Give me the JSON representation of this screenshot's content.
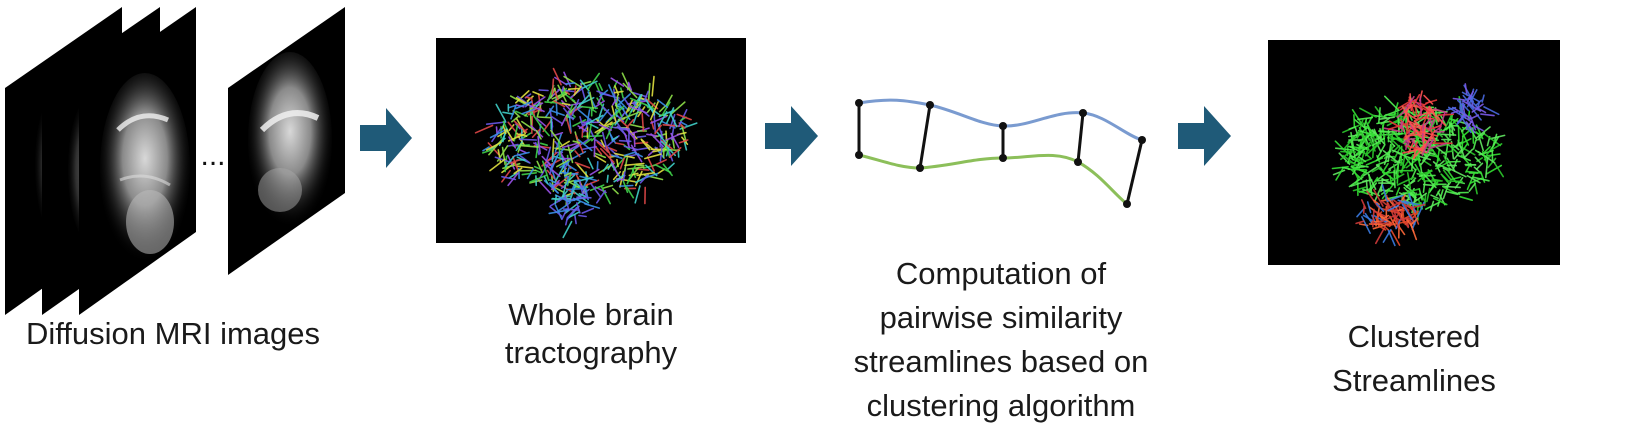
{
  "stages": [
    {
      "id": "mri",
      "caption_lines": [
        "Diffusion MRI images"
      ],
      "ellipsis": "..."
    },
    {
      "id": "tractography",
      "caption_lines": [
        "Whole brain",
        "tractography"
      ]
    },
    {
      "id": "similarity",
      "caption_lines": [
        "Computation of",
        "pairwise similarity",
        "streamlines based on",
        "clustering algorithm"
      ]
    },
    {
      "id": "clustered",
      "caption_lines": [
        "Clustered",
        "Streamlines"
      ]
    }
  ],
  "colors": {
    "arrow": "#1f5a78",
    "streamline_top": "#7a9bd0",
    "streamline_bottom": "#8cbf5a",
    "connector": "#111111"
  }
}
